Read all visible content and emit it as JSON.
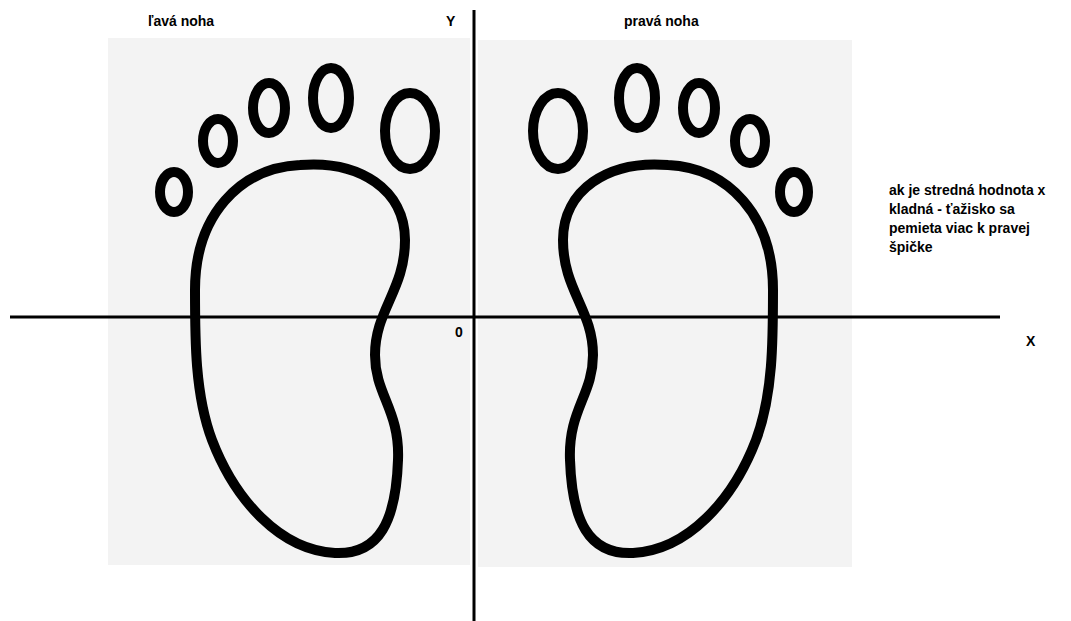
{
  "diagram": {
    "labels": [
      "ľavá noha",
      "Y",
      "pravá noha",
      "0",
      "X",
      "ak je stredná hodnota x kladná - ťažisko sa pemieta viac k pravej špičke"
    ]
  }
}
